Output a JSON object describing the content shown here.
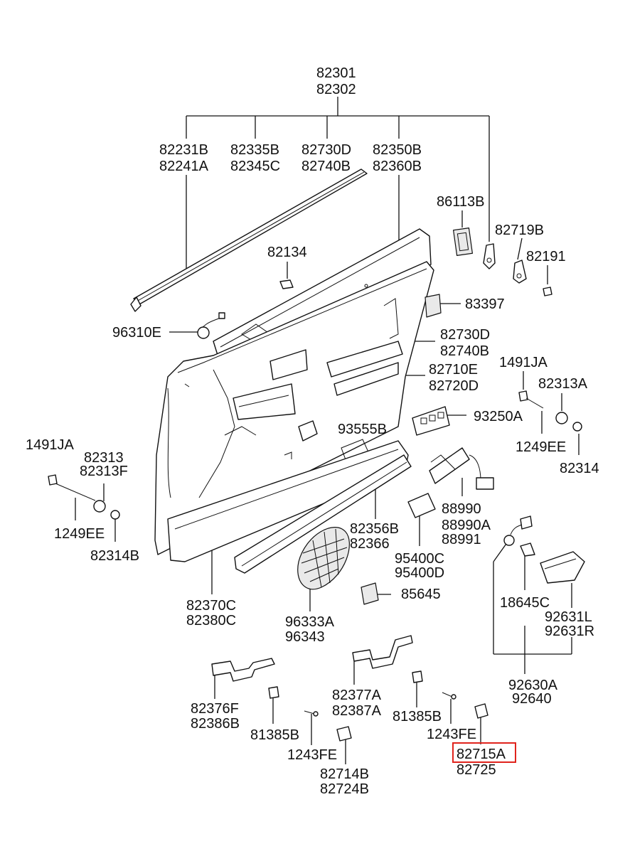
{
  "labels": {
    "l82301": "82301",
    "l82302": "82302",
    "l82231B": "82231B",
    "l82241A": "82241A",
    "l82335B": "82335B",
    "l82345C": "82345C",
    "l82730D_top": "82730D",
    "l82740B_top": "82740B",
    "l82350B": "82350B",
    "l82360B": "82360B",
    "l86113B": "86113B",
    "l82719B": "82719B",
    "l82134": "82134",
    "l82191": "82191",
    "l83397": "83397",
    "l96310E": "96310E",
    "l82730D_mid": "82730D",
    "l82740B_mid": "82740B",
    "l1491JA_right": "1491JA",
    "l82710E": "82710E",
    "l82720D": "82720D",
    "l82313A": "82313A",
    "l93250A": "93250A",
    "l93555B": "93555B",
    "l1491JA_left": "1491JA",
    "l1249EE_right": "1249EE",
    "l82313": "82313",
    "l82313F": "82313F",
    "l82314": "82314",
    "l88990": "88990",
    "l88990A": "88990A",
    "l88991": "88991",
    "l82356B": "82356B",
    "l82366": "82366",
    "l1249EE_left": "1249EE",
    "l82314B": "82314B",
    "l95400C": "95400C",
    "l95400D": "95400D",
    "l85645": "85645",
    "l18645C": "18645C",
    "l82370C": "82370C",
    "l82380C": "82380C",
    "l96333A": "96333A",
    "l96343": "96343",
    "l92631L": "92631L",
    "l92631R": "92631R",
    "l92630A": "92630A",
    "l92640": "92640",
    "l82377A": "82377A",
    "l82387A": "82387A",
    "l82376F": "82376F",
    "l82386B": "82386B",
    "l81385B_mid": "81385B",
    "l1243FE_mid": "1243FE",
    "l81385B_left": "81385B",
    "l82715A": "82715A",
    "l82725": "82725",
    "l1243FE_left": "1243FE",
    "l82714B": "82714B",
    "l82724B": "82724B"
  },
  "highlight": {
    "part": "82715A",
    "color": "#e0231c"
  }
}
